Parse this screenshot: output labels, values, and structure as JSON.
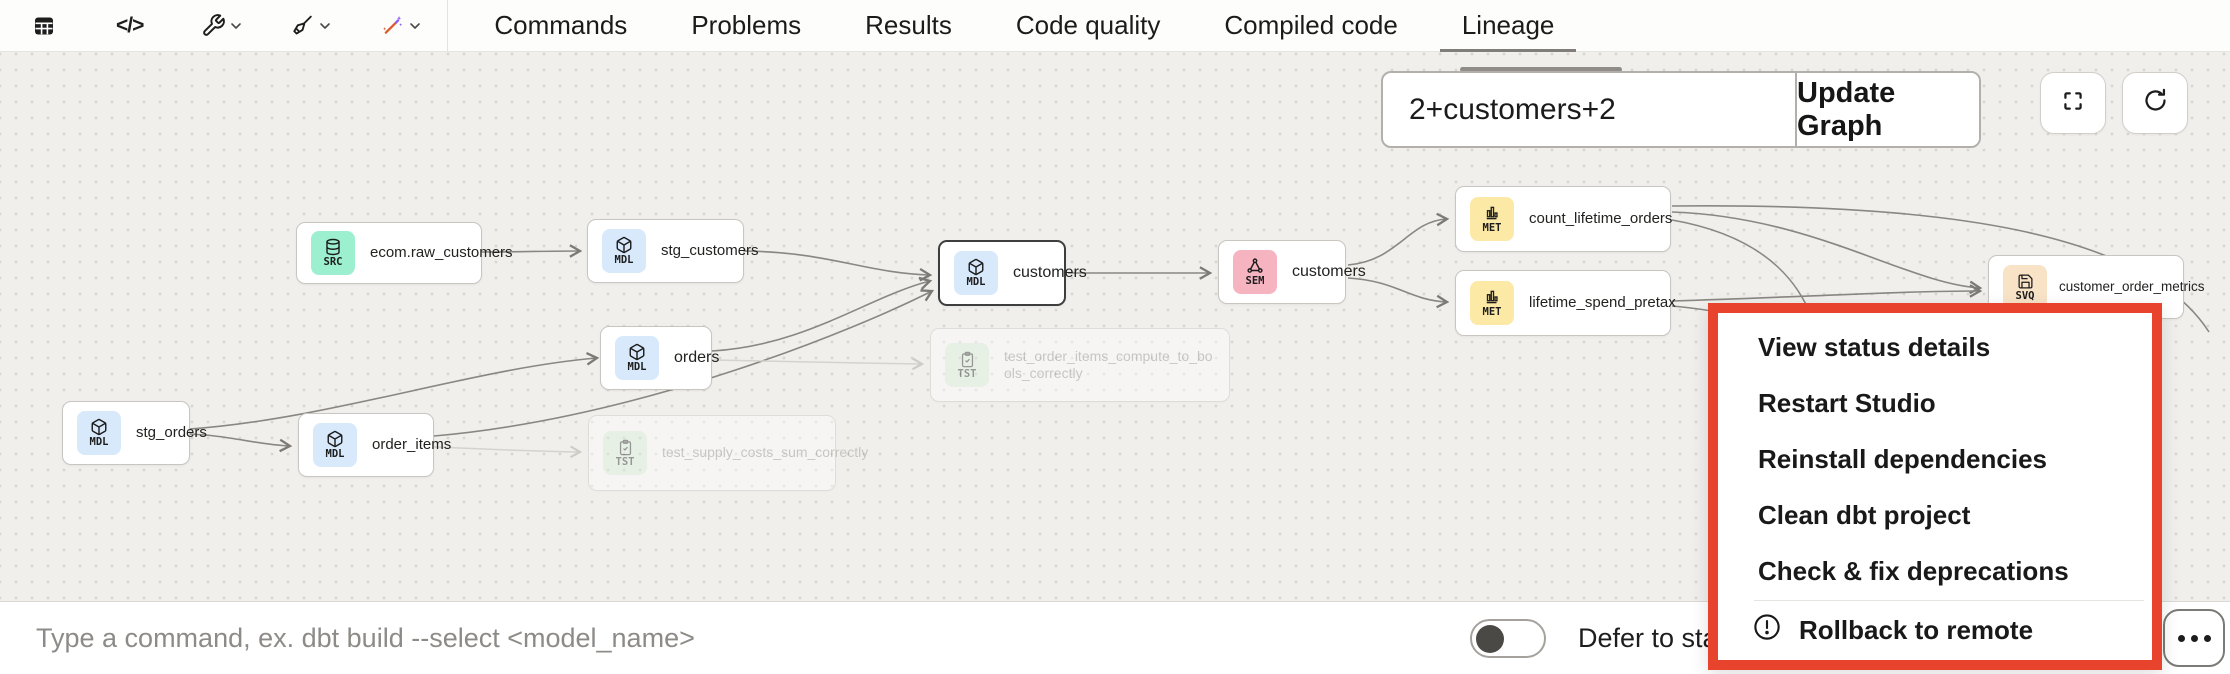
{
  "toolbar": {
    "tabs": [
      {
        "label": "Commands"
      },
      {
        "label": "Problems"
      },
      {
        "label": "Results"
      },
      {
        "label": "Code quality"
      },
      {
        "label": "Compiled code"
      },
      {
        "label": "Lineage",
        "active": true
      }
    ]
  },
  "lineage": {
    "search_value": "2+customers+2",
    "update_button_label": "Update Graph",
    "nodes": [
      {
        "label": "ecom.raw_customers",
        "badge": "SRC"
      },
      {
        "label": "stg_customers",
        "badge": "MDL"
      },
      {
        "label": "customers",
        "badge": "MDL",
        "selected": true
      },
      {
        "label": "customers",
        "badge": "SEM"
      },
      {
        "label": "count_lifetime_orders",
        "badge": "MET"
      },
      {
        "label": "lifetime_spend_pretax",
        "badge": "MET"
      },
      {
        "label": "customer_order_metrics",
        "badge": "SVQ"
      },
      {
        "label": "orders",
        "badge": "MDL"
      },
      {
        "label": "test_order_items_compute_to_bools_correctly",
        "badge": "TST",
        "faded": true
      },
      {
        "label": "test_supply_costs_sum_correctly",
        "badge": "TST",
        "faded": true
      },
      {
        "label": "stg_orders",
        "badge": "MDL"
      },
      {
        "label": "order_items",
        "badge": "MDL"
      }
    ],
    "badge_colors": {
      "SRC": "#9cf0d0",
      "MDL": "#d7e9fb",
      "MET": "#fce9a5",
      "SEM": "#f6b4c1",
      "TST": "#dcf3dd",
      "SVQ": "#f8e3c7"
    }
  },
  "context_menu": {
    "highlight_color": "#e8432c",
    "items": [
      {
        "label": "View status details"
      },
      {
        "label": "Restart Studio"
      },
      {
        "label": "Reinstall dependencies"
      },
      {
        "label": "Clean dbt project"
      },
      {
        "label": "Check & fix deprecations"
      },
      {
        "label": "Rollback to remote",
        "icon": "alert-circle"
      }
    ]
  },
  "command_bar": {
    "placeholder": "Type a command, ex. dbt build --select <model_name>",
    "defer_toggle_label": "Defer to sta",
    "toggle_state": "off"
  }
}
